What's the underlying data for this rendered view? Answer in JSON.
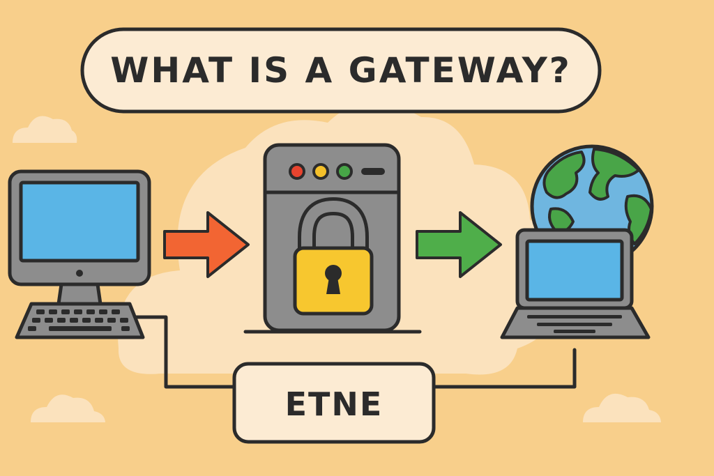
{
  "title": "WHAT IS A GATEWAY?",
  "bottom_label": "ETNE",
  "nodes": [
    {
      "id": "desktop-computer",
      "icon": "desktop-computer-icon"
    },
    {
      "id": "gateway-server",
      "icon": "locked-server-icon"
    },
    {
      "id": "internet-laptop",
      "icon": "globe-laptop-icon"
    }
  ],
  "arrows": [
    {
      "from": "desktop-computer",
      "to": "gateway-server",
      "color": "#f26533"
    },
    {
      "from": "gateway-server",
      "to": "internet-laptop",
      "color": "#4fae4a"
    }
  ],
  "colors": {
    "background": "#f8cf8b",
    "cloud": "#fbe2bd",
    "panel": "#fcebd3",
    "outline": "#2b2b2b",
    "device_gray": "#8d8d8d",
    "screen_blue": "#5ab5e6",
    "lock_yellow": "#f7c72f",
    "arrow_orange": "#f26533",
    "arrow_green": "#4fae4a",
    "globe_blue": "#6fb6e0",
    "globe_green": "#49a548",
    "led_red": "#e8442f",
    "led_yellow": "#f4c02a",
    "led_green": "#47a647"
  }
}
